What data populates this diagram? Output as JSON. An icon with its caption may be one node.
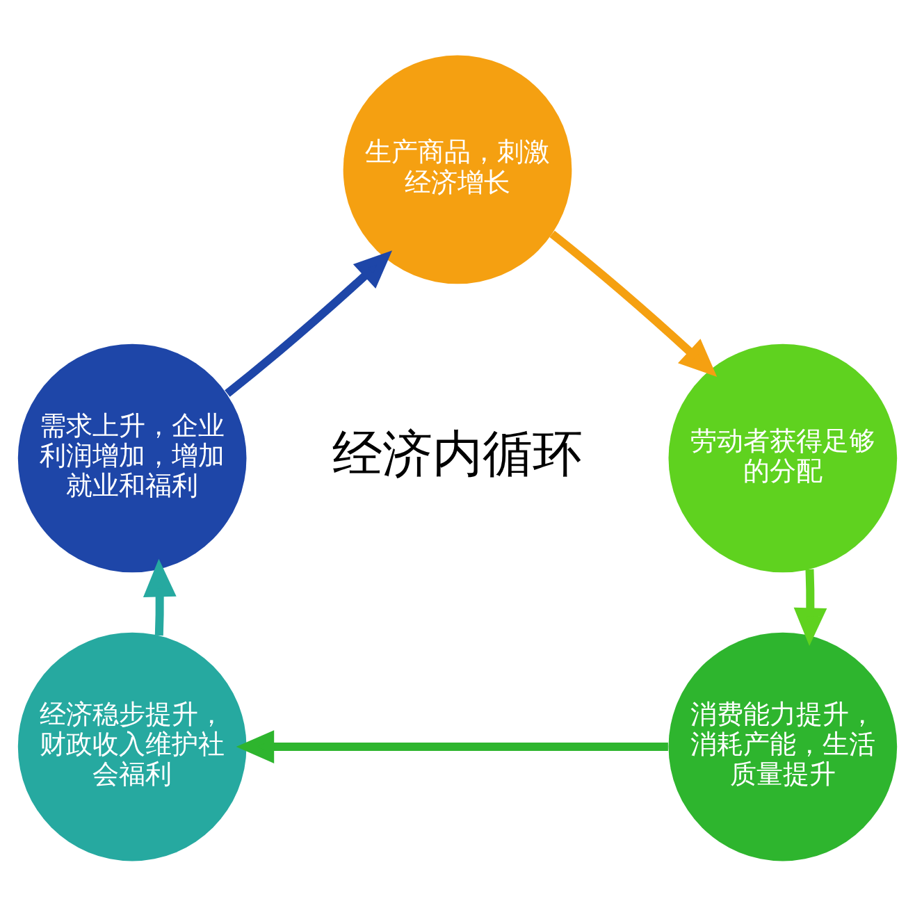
{
  "diagram": {
    "nodes": [
      {
        "text": [
          "生产商品，刺激经济增长"
        ]
      },
      {
        "text": [
          "劳动者获得足够的分配"
        ]
      },
      {
        "text": [
          "消费能力提升，消耗产能，生活质量提升"
        ]
      },
      {
        "text": [
          "经济稳步提升，财政收入维护社会福利"
        ]
      },
      {
        "text": [
          "需求上升，企业利润增加，增加就业和福利"
        ]
      }
    ],
    "edges": [
      {
        "from": 0,
        "to": 1,
        "arrow": "to",
        "color": "#f5a011"
      },
      {
        "from": 1,
        "to": 2,
        "arrow": "to",
        "color": "#5fd21f"
      },
      {
        "from": 2,
        "to": 3,
        "arrow": "to",
        "color": "#2eb52e"
      },
      {
        "from": 3,
        "to": 4,
        "arrow": "to",
        "color": "#26a9a0"
      },
      {
        "from": 4,
        "to": 0,
        "arrow": "to",
        "color": "#1e46a8"
      }
    ],
    "labels": [
      "经济内循环"
    ]
  }
}
